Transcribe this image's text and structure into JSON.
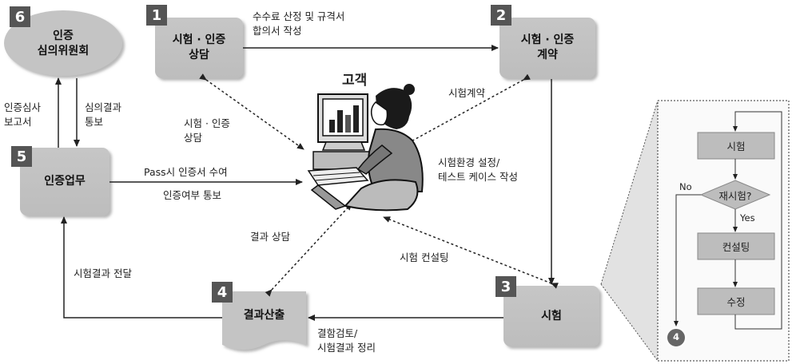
{
  "customer_label": "고객",
  "steps": [
    {
      "num": "1",
      "line1": "시험 · 인증",
      "line2": "상담"
    },
    {
      "num": "2",
      "line1": "시험 · 인증",
      "line2": "계약"
    },
    {
      "num": "3",
      "line1": "시험",
      "line2": ""
    },
    {
      "num": "4",
      "line1": "결과산출",
      "line2": ""
    },
    {
      "num": "5",
      "line1": "인증업무",
      "line2": ""
    },
    {
      "num": "6",
      "line1": "인증",
      "line2": "심의위원회"
    }
  ],
  "edge_labels": {
    "fee": [
      "수수료 산정 및 규격서",
      "합의서 작성"
    ],
    "consult": [
      "시험 · 인증",
      "상담"
    ],
    "contract": "시험계약",
    "env": [
      "시험환경 설정/",
      "테스트 케이스 작성"
    ],
    "consulting": "시험 컨설팅",
    "result_consult": "결과 상담",
    "review": [
      "결함검토/",
      "시험결과 정리"
    ],
    "transfer": "시험결과 전달",
    "pass": "Pass시 인증서 수여",
    "notify": "인증여부 통보",
    "report": [
      "인증심사",
      "보고서"
    ],
    "review_result": [
      "심의결과",
      "통보"
    ]
  },
  "inset": {
    "test": "시험",
    "retest": "재시험?",
    "consulting": "컨설팅",
    "fix": "수정",
    "no": "No",
    "yes": "Yes",
    "goto": "4"
  }
}
